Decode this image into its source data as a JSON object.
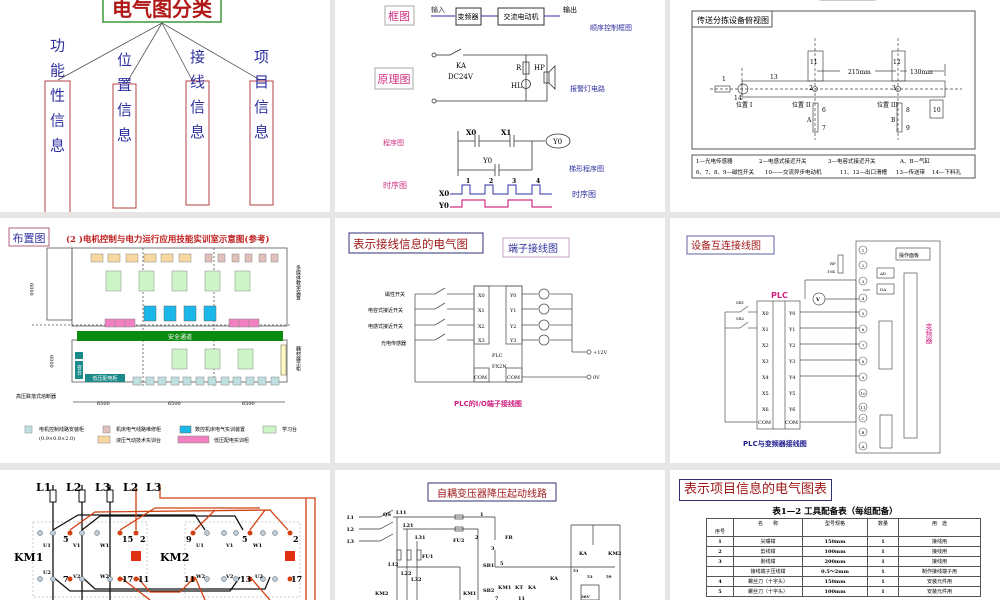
{
  "slides": [
    {
      "title": "电气图分类",
      "categories": [
        "功能性信息",
        "位置信息",
        "接线信息",
        "项目信息"
      ]
    },
    {
      "rows": [
        {
          "label": "框图",
          "caption": "顺序控制框图",
          "input": "输入",
          "box1": "变频器",
          "box2": "交流电动机",
          "output": "输出"
        },
        {
          "label": "原理图",
          "caption": "报警灯电路",
          "ka": "KA",
          "dc": "DC24V",
          "r": "R",
          "hl": "HL",
          "hp": "HP"
        },
        {
          "label": "程序图",
          "caption": "梯形程序图",
          "x0": "X0",
          "x1": "X1",
          "y0coil": "Y0",
          "y0": "Y0"
        },
        {
          "label": "时序图",
          "caption": "时序图",
          "x0": "X0",
          "y0": "Y0",
          "pulses": [
            "1",
            "2",
            "3",
            "4"
          ]
        }
      ]
    },
    {
      "title": "传送分拣设备俯视图",
      "dims": [
        "215mm",
        "130mm"
      ],
      "labels": [
        "1",
        "13",
        "11",
        "12",
        "2",
        "3",
        "14",
        "位置 I",
        "位置 II",
        "位置 III",
        "6",
        "7",
        "8",
        "9",
        "A",
        "B",
        "10"
      ],
      "legend": [
        "1—光电传感器",
        "2—电感式接近开关",
        "3—电容式接近开关",
        "A、B—气缸",
        "6、7、8、9—磁性开关",
        "10——交流异步电动机",
        "11、12—出口滑槽",
        "13—传送带",
        "14—下料孔"
      ]
    },
    {
      "tag": "布置图",
      "title": "(2 )电机控制与电力运行应用技能实训室示意图(参考)",
      "aisle": "安全通道",
      "side_top": "多媒体教学装置",
      "side_bottom": "器材展示柜",
      "transformer": "变台",
      "lv_cabinet": "低压配电柜",
      "breaker": "高压跌落式熔断器",
      "dims": [
        "6000",
        "6000",
        "6500",
        "6500",
        "6500"
      ],
      "legend": [
        "电机控制线路安装柜",
        "(0.9×0.8×2.0)",
        "机床电气线路维修柜",
        "数控机床电气实训装置",
        "学习台",
        "液压气动技术实训台",
        "低压配电实训柜"
      ],
      "colors": {
        "install": "#bfe0e0",
        "repair": "#e0c0b8",
        "cnc": "#19b8e8",
        "desk": "#cdf5c8",
        "hydraulic": "#f8d8a0",
        "lowvolt": "#f080c0",
        "aisle": "#0a8a10"
      }
    },
    {
      "title": "表示接线信息的电气图",
      "subtitle": "端子接线图",
      "inputs": [
        "磁性开关",
        "电容式接近开关",
        "电感式接近开关",
        "光电传感器"
      ],
      "x_terms": [
        "X0",
        "X1",
        "X2",
        "X3"
      ],
      "y_terms": [
        "Y0",
        "Y1",
        "Y2",
        "Y3"
      ],
      "plc": "PLC",
      "model": "FX2N",
      "com": "COM",
      "v12": "+12V",
      "v0": "0V",
      "caption": "PLC的I/O端子接线图"
    },
    {
      "title": "设备互连接线图",
      "plc": "PLC",
      "sb": [
        "SB1",
        "SB2"
      ],
      "x_terms": [
        "X0",
        "X1",
        "X2",
        "X3",
        "X4",
        "X5",
        "X6",
        "COM"
      ],
      "y_terms": [
        "Y0",
        "Y1",
        "Y2",
        "Y3",
        "Y4",
        "Y5",
        "Y6",
        "COM"
      ],
      "rp": "RP",
      "rp_val": "10K",
      "panel": "操作面板",
      "ad": "AD",
      "da": "DA",
      "out": "OUT",
      "volt": "V",
      "inverter": "变频器",
      "terminals": [
        "1",
        "2",
        "3",
        "4",
        "5",
        "6",
        "7",
        "8",
        "9",
        "10",
        "11",
        "C",
        "B",
        "A"
      ],
      "caption": "PLC与变频器接线图"
    },
    {
      "lines": [
        "L1",
        "L2",
        "L3",
        "L2",
        "L3"
      ],
      "km1": "KM1",
      "km2": "KM2",
      "km1_top": [
        "U1",
        "5",
        "V1",
        "W1",
        "15",
        "2"
      ],
      "km1_bot": [
        "U2",
        "7",
        "V2",
        "W2",
        "17",
        "11"
      ],
      "km2_top": [
        "9",
        "U1",
        "V1",
        "5",
        "W1",
        "2"
      ],
      "km2_bot": [
        "11",
        "W2",
        "V2",
        "13",
        "U2",
        "17"
      ]
    },
    {
      "title": "自耦变压器降压起动线路",
      "labels": [
        "L1",
        "L2",
        "L3",
        "QS",
        "L11",
        "L21",
        "L31",
        "FU1",
        "FU2",
        "1",
        "2",
        "FR",
        "3",
        "SB1",
        "5",
        "L12",
        "L22",
        "L32",
        "KM2",
        "KM1",
        "SB2",
        "KM1",
        "KT",
        "KA",
        "KA",
        "7",
        "11",
        "KA",
        "KM2",
        "51",
        "53",
        "59",
        "36V"
      ]
    },
    {
      "title": "表示项目信息的电气图表",
      "table_title": "表1—2  工具配备表（每组配备）",
      "columns": [
        "序号",
        "名　　称",
        "型号规格",
        "数量",
        "用　途"
      ],
      "rows": [
        [
          "1",
          "尖嘴钳",
          "150mm",
          "1",
          "接线用"
        ],
        [
          "2",
          "剪线钳",
          "100mm",
          "1",
          "接线用"
        ],
        [
          "3",
          "剥线钳",
          "200mm",
          "1",
          "接线用"
        ],
        [
          "",
          "接线端子压线钳",
          "0.5～2mm",
          "1",
          "制作接线端子用"
        ],
        [
          "4",
          "螺丝刀（十字头）",
          "150mm",
          "1",
          "安装元件用"
        ],
        [
          "5",
          "螺丝刀（十字头）",
          "100mm",
          "1",
          "安装元件用"
        ]
      ]
    }
  ]
}
